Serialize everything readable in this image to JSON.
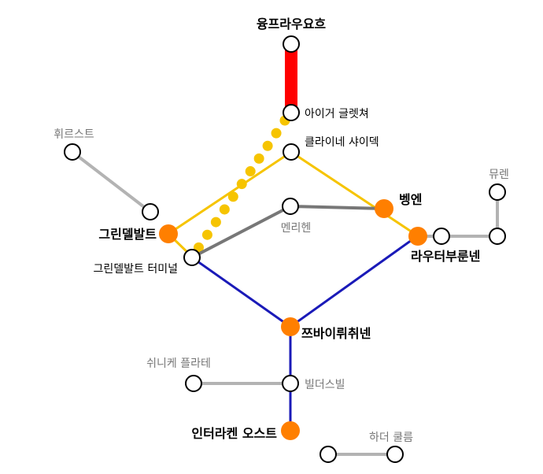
{
  "colors": {
    "red_line": "#ff0000",
    "yellow_line": "#f6c400",
    "blue_line": "#1a1ab8",
    "grey_line": "#777777",
    "light_grey_line": "#b3b3b3",
    "major_station": "#ff7f00",
    "grey_text": "#777777"
  },
  "stations": {
    "yungfrau": "융프라우요흐",
    "eiger": "아이거 글렛쳐",
    "kleine": "클라이네 샤이덱",
    "first": "휘르스트",
    "grindelwald": "그린델발트",
    "grindelwald_terminal": "그린델발트 터미널",
    "mannlichen": "멘리헨",
    "wengen": "벵엔",
    "murren": "뮤렌",
    "lauterbrunnen": "라우터부룬넨",
    "zweilutschinen": "쯔바이뤼취넨",
    "schynige": "쉬니케 플라테",
    "wilderswil": "빌더스빌",
    "interlaken_ost": "인터라켄 오스트",
    "harder": "하더 쿨름"
  }
}
